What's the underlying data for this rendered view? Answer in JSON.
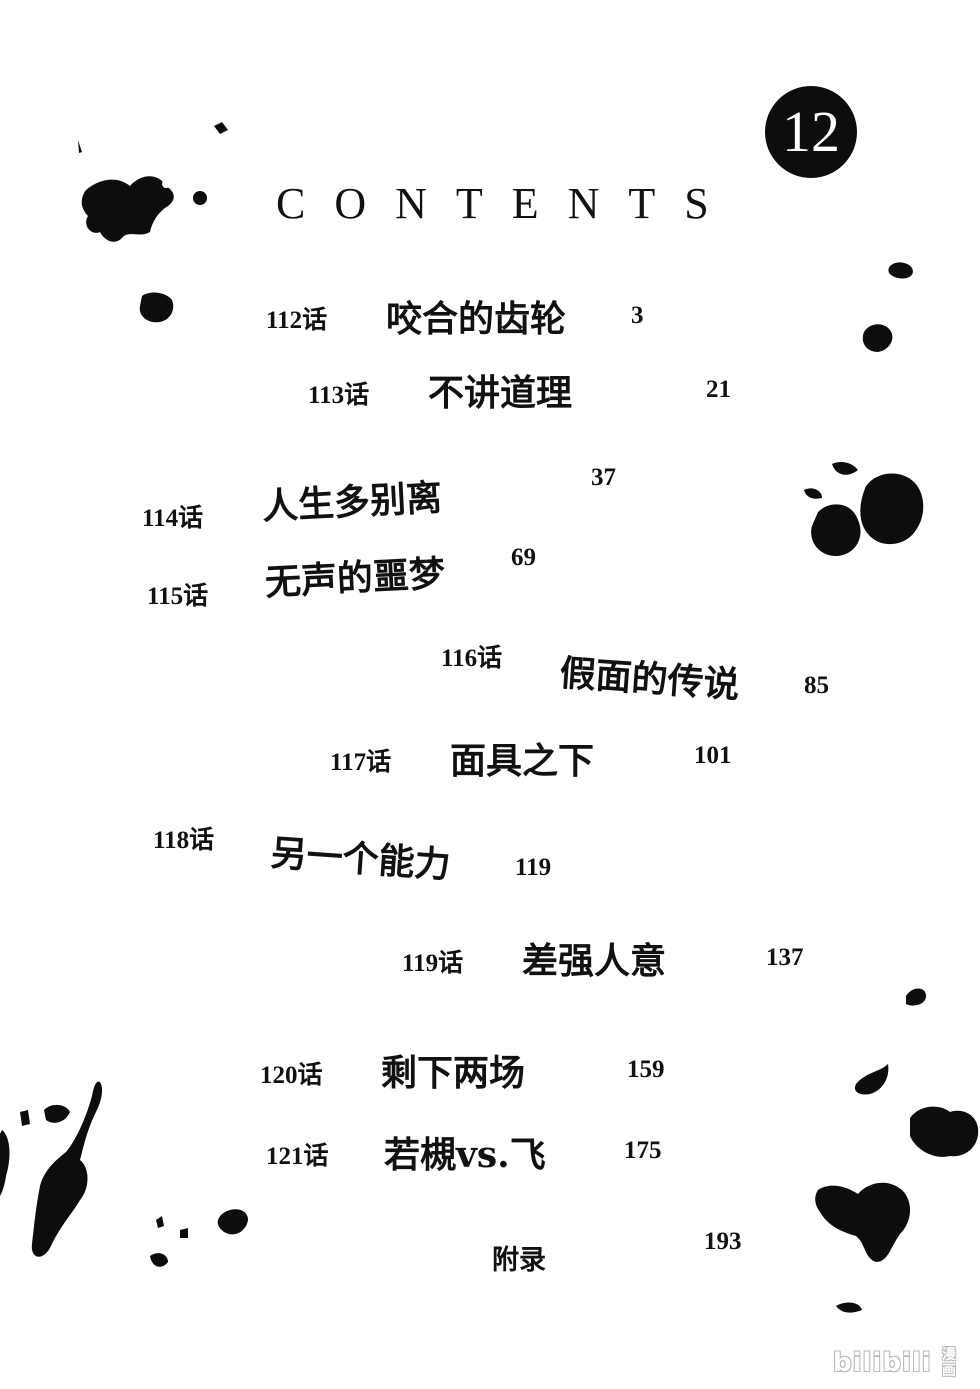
{
  "volume": "12",
  "title": "CONTENTS",
  "entries": [
    {
      "chapter": "112话",
      "name": "咬合的齿轮",
      "page": "3"
    },
    {
      "chapter": "113话",
      "name": "不讲道理",
      "page": "21"
    },
    {
      "chapter": "114话",
      "name": "人生多别离",
      "page": "37"
    },
    {
      "chapter": "115话",
      "name": "无声的噩梦",
      "page": "69"
    },
    {
      "chapter": "116话",
      "name": "假面的传说",
      "page": "85"
    },
    {
      "chapter": "117话",
      "name": "面具之下",
      "page": "101"
    },
    {
      "chapter": "118话",
      "name": "另一个能力",
      "page": "119"
    },
    {
      "chapter": "119话",
      "name": "差强人意",
      "page": "137"
    },
    {
      "chapter": "120话",
      "name": "剩下两场",
      "page": "159"
    },
    {
      "chapter": "121话",
      "name": "若槻vs.飞",
      "page": "175"
    },
    {
      "name": "附录",
      "page": "193"
    }
  ],
  "watermark": {
    "brand": "bilibili",
    "sub": "漫画"
  },
  "colors": {
    "ink": "#0d0d0d",
    "paper": "#ffffff",
    "watermark_outline": "#b9b9b9"
  }
}
